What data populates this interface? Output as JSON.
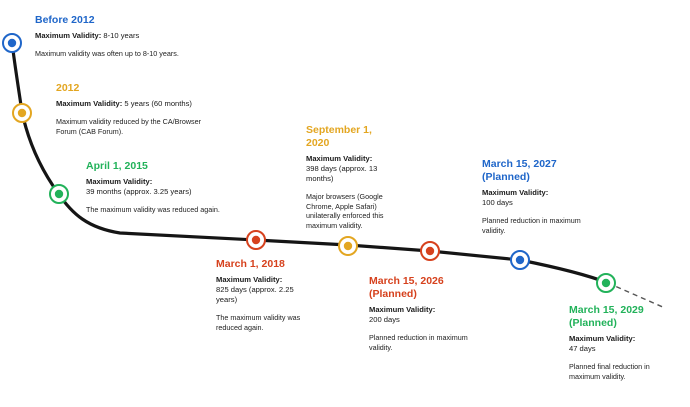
{
  "colors": {
    "blue": "#1f66c9",
    "yellow": "#e3a621",
    "green": "#22b25a",
    "red": "#d6411d",
    "line": "#151515"
  },
  "field_label": "Maximum Validity:",
  "milestones": [
    {
      "title": "Before 2012",
      "color": "blue",
      "value": "8-10 years",
      "description": "Maximum validity was often up to 8-10 years."
    },
    {
      "title": "2012",
      "color": "yellow",
      "value": "5 years (60 months)",
      "description": "Maximum validity reduced by the CA/Browser Forum (CAB Forum)."
    },
    {
      "title": "April 1, 2015",
      "color": "green",
      "value": "39 months (approx. 3.25 years)",
      "description": "The maximum validity was reduced again."
    },
    {
      "title": "March 1, 2018",
      "color": "red",
      "value": "825 days (approx. 2.25 years)",
      "description": "The maximum validity was reduced again."
    },
    {
      "title": "September 1, 2020",
      "color": "yellow",
      "value": "398 days (approx. 13 months)",
      "description": "Major browsers (Google Chrome, Apple Safari) unilaterally enforced this maximum validity."
    },
    {
      "title": "March 15, 2026 (Planned)",
      "color": "red",
      "value": "200 days",
      "description": "Planned reduction in maximum validity."
    },
    {
      "title": "March 15, 2027 (Planned)",
      "color": "blue",
      "value": "100 days",
      "description": "Planned reduction in maximum validity."
    },
    {
      "title": "March 15, 2029 (Planned)",
      "color": "green",
      "value": "47 days",
      "description": "Planned final reduction in maximum validity."
    }
  ]
}
